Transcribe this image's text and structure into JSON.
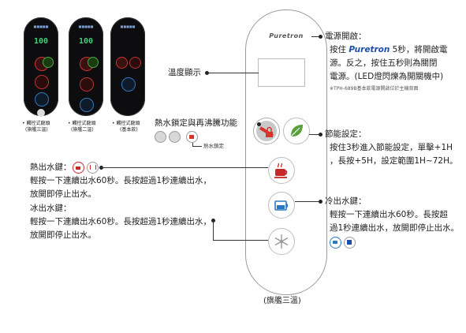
{
  "thumbnails": [
    {
      "display": "100",
      "caption_line1": "• 觸控式龍頭",
      "caption_line2": "(旗艦三溫)"
    },
    {
      "display": "100",
      "caption_line1": "• 觸控式龍頭",
      "caption_line2": "(旗艦二溫)"
    },
    {
      "display": "",
      "caption_line1": "• 觸控式龍頭",
      "caption_line2": "(基本款)"
    }
  ],
  "panel": {
    "brand": "Puretron",
    "model_caption": "(旗艦三溫)"
  },
  "labels": {
    "power_title": "電源開啟：",
    "power_line1_pre": "按住",
    "power_line1_brand": "Puretron",
    "power_line1_post": "5秒，將開啟電",
    "power_line2": "源。反之，按住五秒則為關閉",
    "power_line3": "電源。(LED燈閃爍為開關機中)",
    "power_note": "※TPH-689B基本款電源開啟位於主機背面",
    "temp_display": "溫度顯示",
    "lock_title": "熱水鎖定與再沸騰功能",
    "lock_note": "熱水鎖定",
    "eco_title": "節能設定：",
    "eco_line1": "按住3秒進入節能設定，單擊+1H",
    "eco_line2": "，長按+5H，設定範圍1H~72H。",
    "hot_title": "熱出水鍵：",
    "hot_line1": "輕按一下連續出水60秒。長按超過1秒連續出水，",
    "hot_line2": "放開即停止出水。",
    "ice_title": "冰出水鍵：",
    "ice_line1": "輕按一下連續出水60秒。長按超過1秒連續出水，",
    "ice_line2": "放開即停止出水。",
    "cold_title": "冷出水鍵：",
    "cold_line1": "輕按一下連續出水60秒。長按超",
    "cold_line2": "過1秒連續出水，放開即停止出水。"
  },
  "colors": {
    "lock_red": "#d8342c",
    "eco_green": "#5aa03a",
    "hot_red": "#c62828",
    "cold_blue": "#2b78c2",
    "brand_blue": "#1d4fa8",
    "lcd_green": "#3fd07a"
  }
}
